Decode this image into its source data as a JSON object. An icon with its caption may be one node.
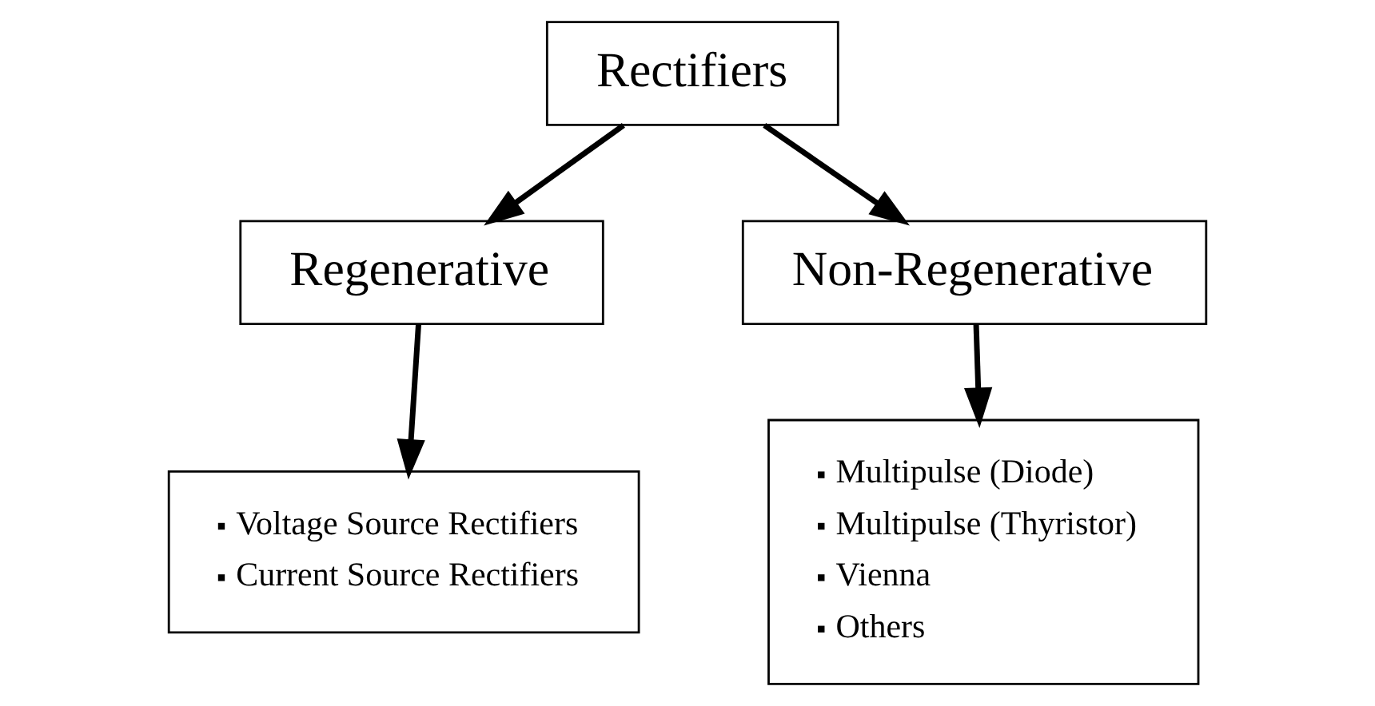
{
  "diagram": {
    "nodes": [
      {
        "text": [
          "Rectifiers"
        ]
      },
      {
        "text": [
          "Regenerative"
        ]
      },
      {
        "text": [
          "Non-Regenerative"
        ]
      },
      {
        "text": [
          "Voltage Source Rectifiers",
          "Current Source Rectifiers"
        ]
      },
      {
        "text": [
          "Multipulse (Diode)",
          "Multipulse (Thyristor)",
          "Vienna",
          "Others"
        ]
      }
    ],
    "edges": [
      {
        "from": 0,
        "to": 1,
        "arrow": "to"
      },
      {
        "from": 0,
        "to": 2,
        "arrow": "to"
      },
      {
        "from": 1,
        "to": 3,
        "arrow": "to"
      },
      {
        "from": 2,
        "to": 4,
        "arrow": "to"
      }
    ]
  }
}
